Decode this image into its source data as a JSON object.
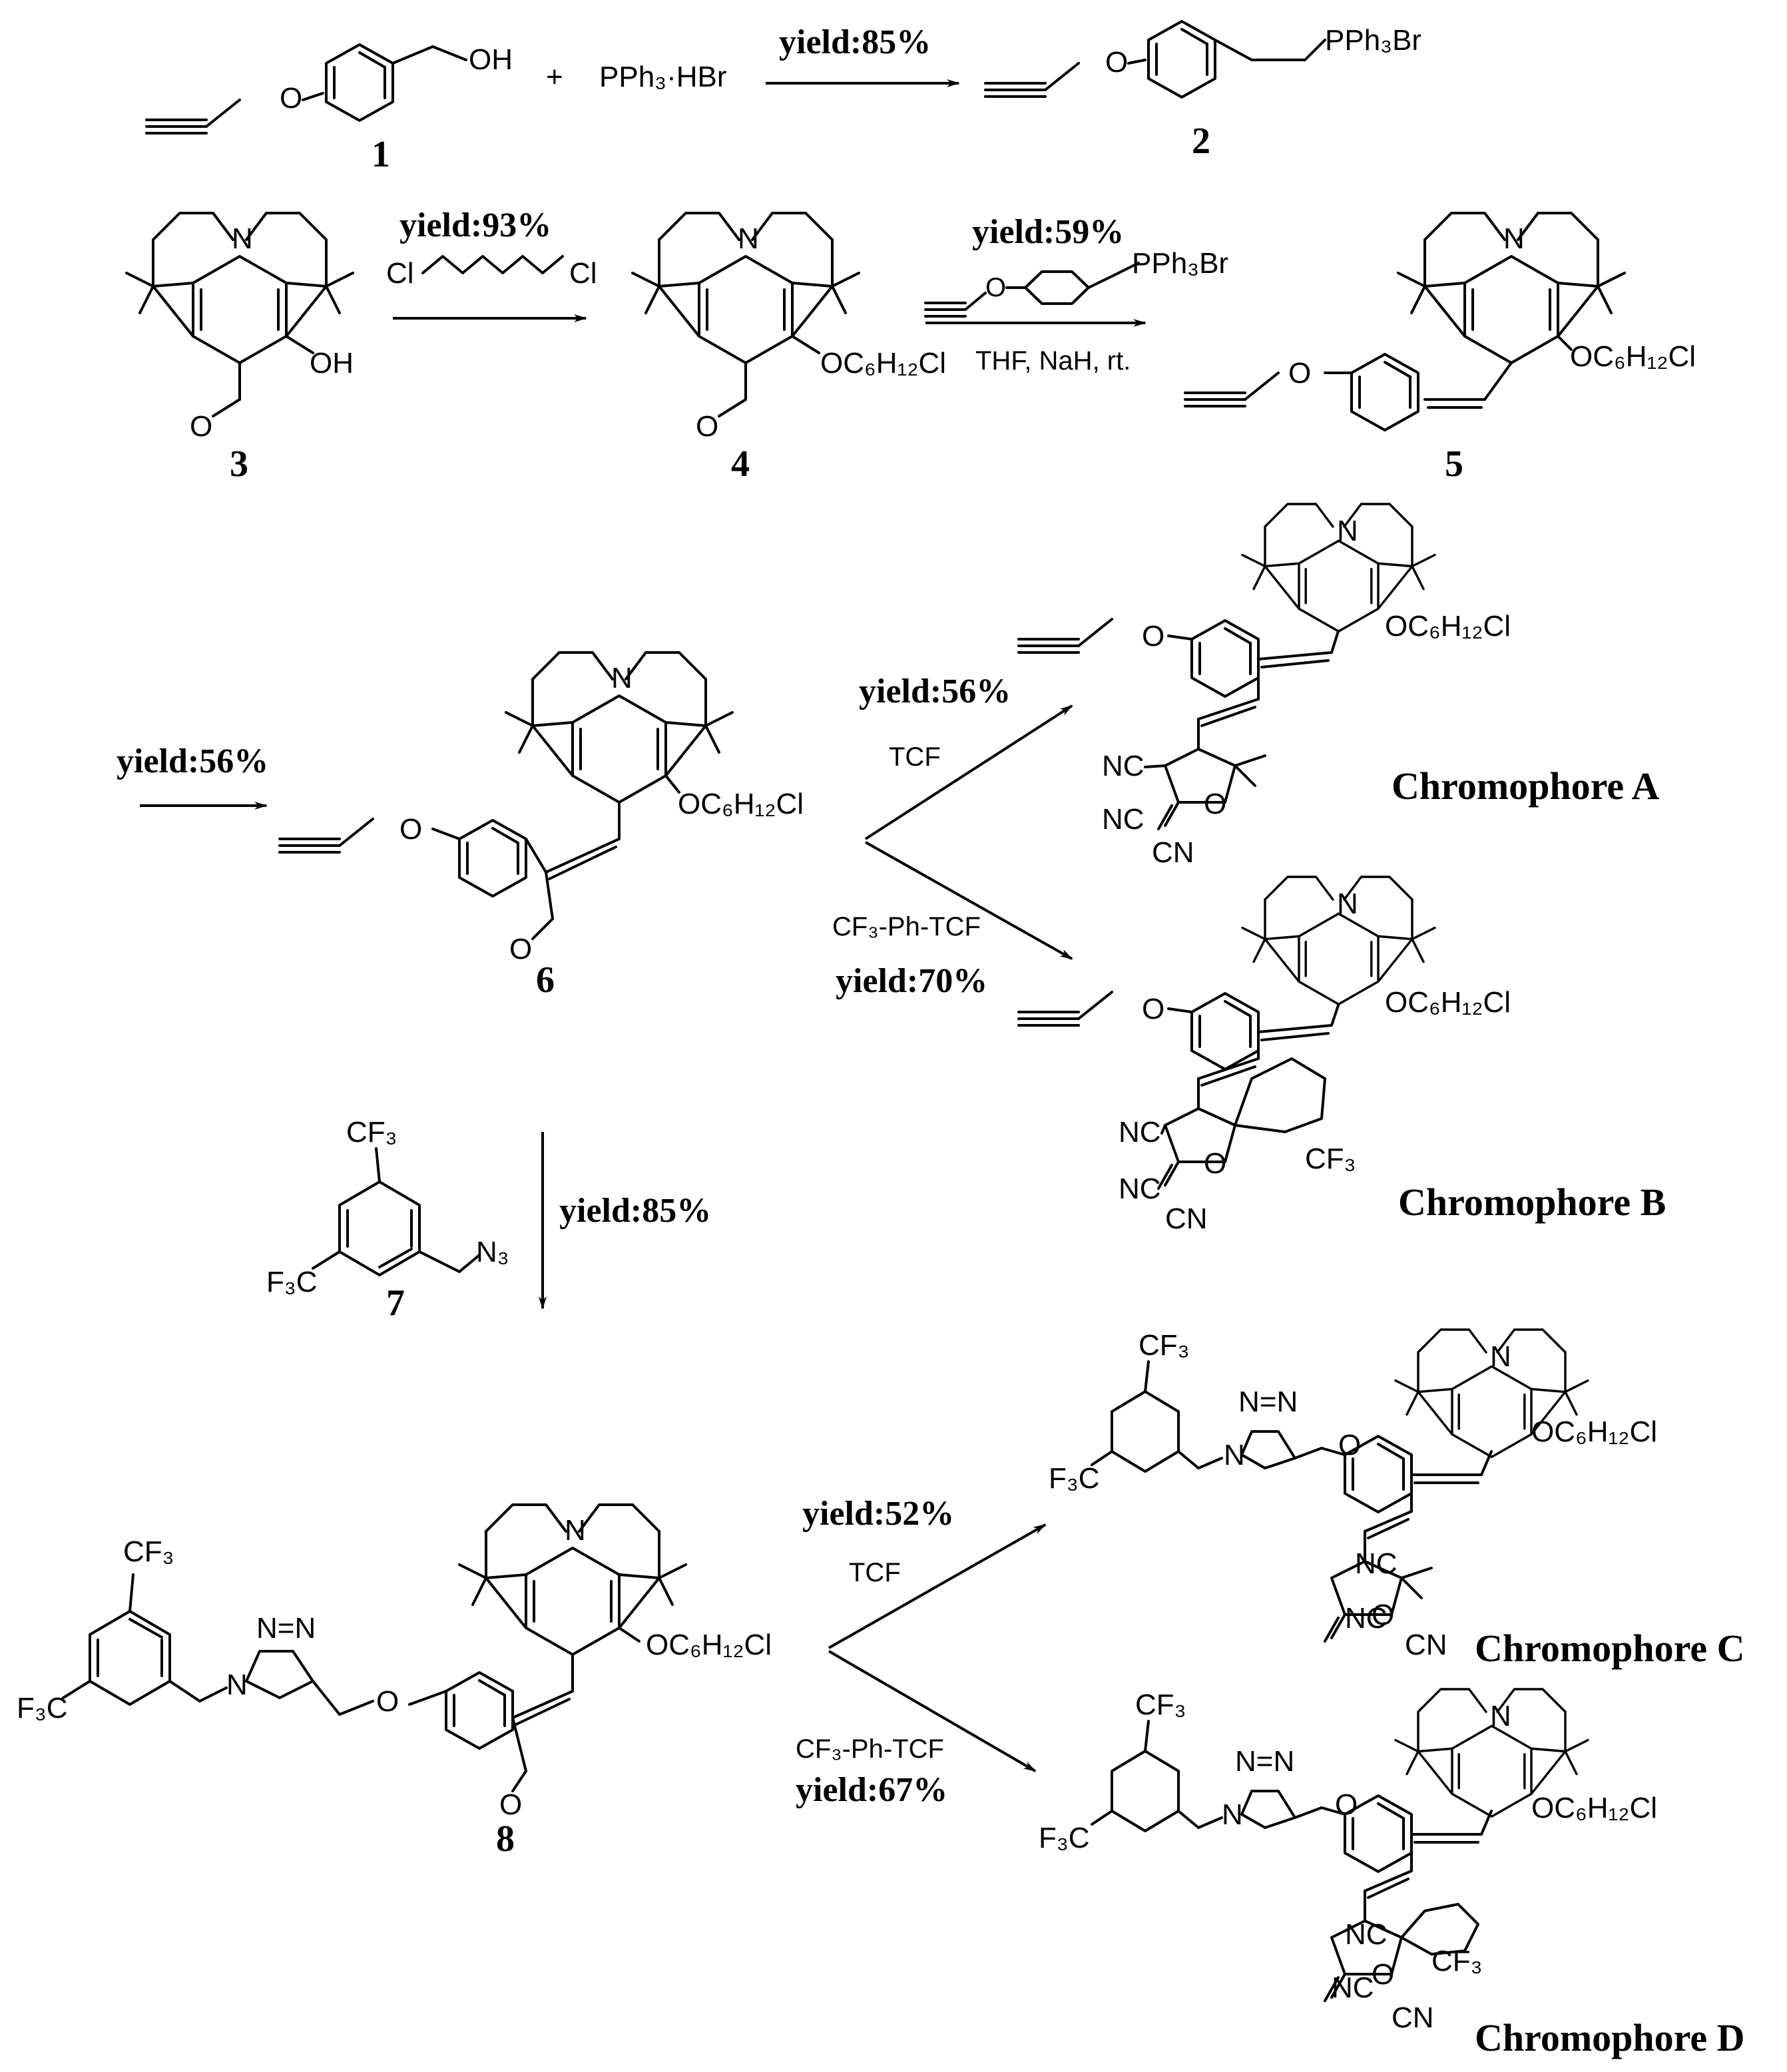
{
  "scheme": {
    "compounds": {
      "c1": {
        "number": "1",
        "labels": {
          "oh": "OH"
        }
      },
      "reagent_pph3hbr": "PPh₃·HBr",
      "plus": "+",
      "c2": {
        "number": "2",
        "labels": {
          "pph3br": "PPh₃Br"
        }
      },
      "c3": {
        "number": "3",
        "labels": {
          "n": "N",
          "oh": "OH",
          "o": "O"
        }
      },
      "c4": {
        "number": "4",
        "labels": {
          "n": "N",
          "ochain": "OC₆H₁₂Cl",
          "o": "O"
        }
      },
      "c5": {
        "number": "5",
        "labels": {
          "n": "N",
          "ochain": "OC₆H₁₂Cl",
          "o": "O"
        }
      },
      "c6": {
        "number": "6",
        "labels": {
          "n": "N",
          "ochain": "OC₆H₁₂Cl",
          "o": "O",
          "ald": "O"
        }
      },
      "c7": {
        "number": "7",
        "labels": {
          "cf3": "CF₃",
          "f3c": "F₃C",
          "n3": "N₃"
        }
      },
      "c8": {
        "number": "8",
        "labels": {
          "n": "N",
          "ochain": "OC₆H₁₂Cl",
          "o": "O",
          "ald": "O",
          "cf3": "CF₃",
          "f3c": "F₃C",
          "triazole": "N=N",
          "n1": "N"
        }
      }
    },
    "reagents": {
      "step1_reagent": "Cl–(CH₂)₆–Cl",
      "cl_left": "Cl",
      "cl_right": "Cl",
      "step2_reagent_label": "PPh₃Br",
      "step2_conditions": "THF, NaH, rt."
    },
    "yields": {
      "y1": "yield:85%",
      "y2": "yield:93%",
      "y3": "yield:59%",
      "y4": "yield:56%",
      "yA": "yield:56%",
      "yB": "yield:70%",
      "y7": "yield:85%",
      "yC": "yield:52%",
      "yD": "yield:67%"
    },
    "reagent_tcf": "TCF",
    "reagent_cf3phtcf": "CF₃-Ph-TCF",
    "chromophores": {
      "A": {
        "title": "Chromophore A"
      },
      "B": {
        "title": "Chromophore B"
      },
      "C": {
        "title": "Chromophore C"
      },
      "D": {
        "title": "Chromophore D"
      }
    },
    "common_labels": {
      "nc": "NC",
      "cn": "CN",
      "o": "O",
      "n": "N",
      "cf3": "CF₃",
      "f3c": "F₃C",
      "ochain": "OC₆H₁₂Cl"
    }
  }
}
